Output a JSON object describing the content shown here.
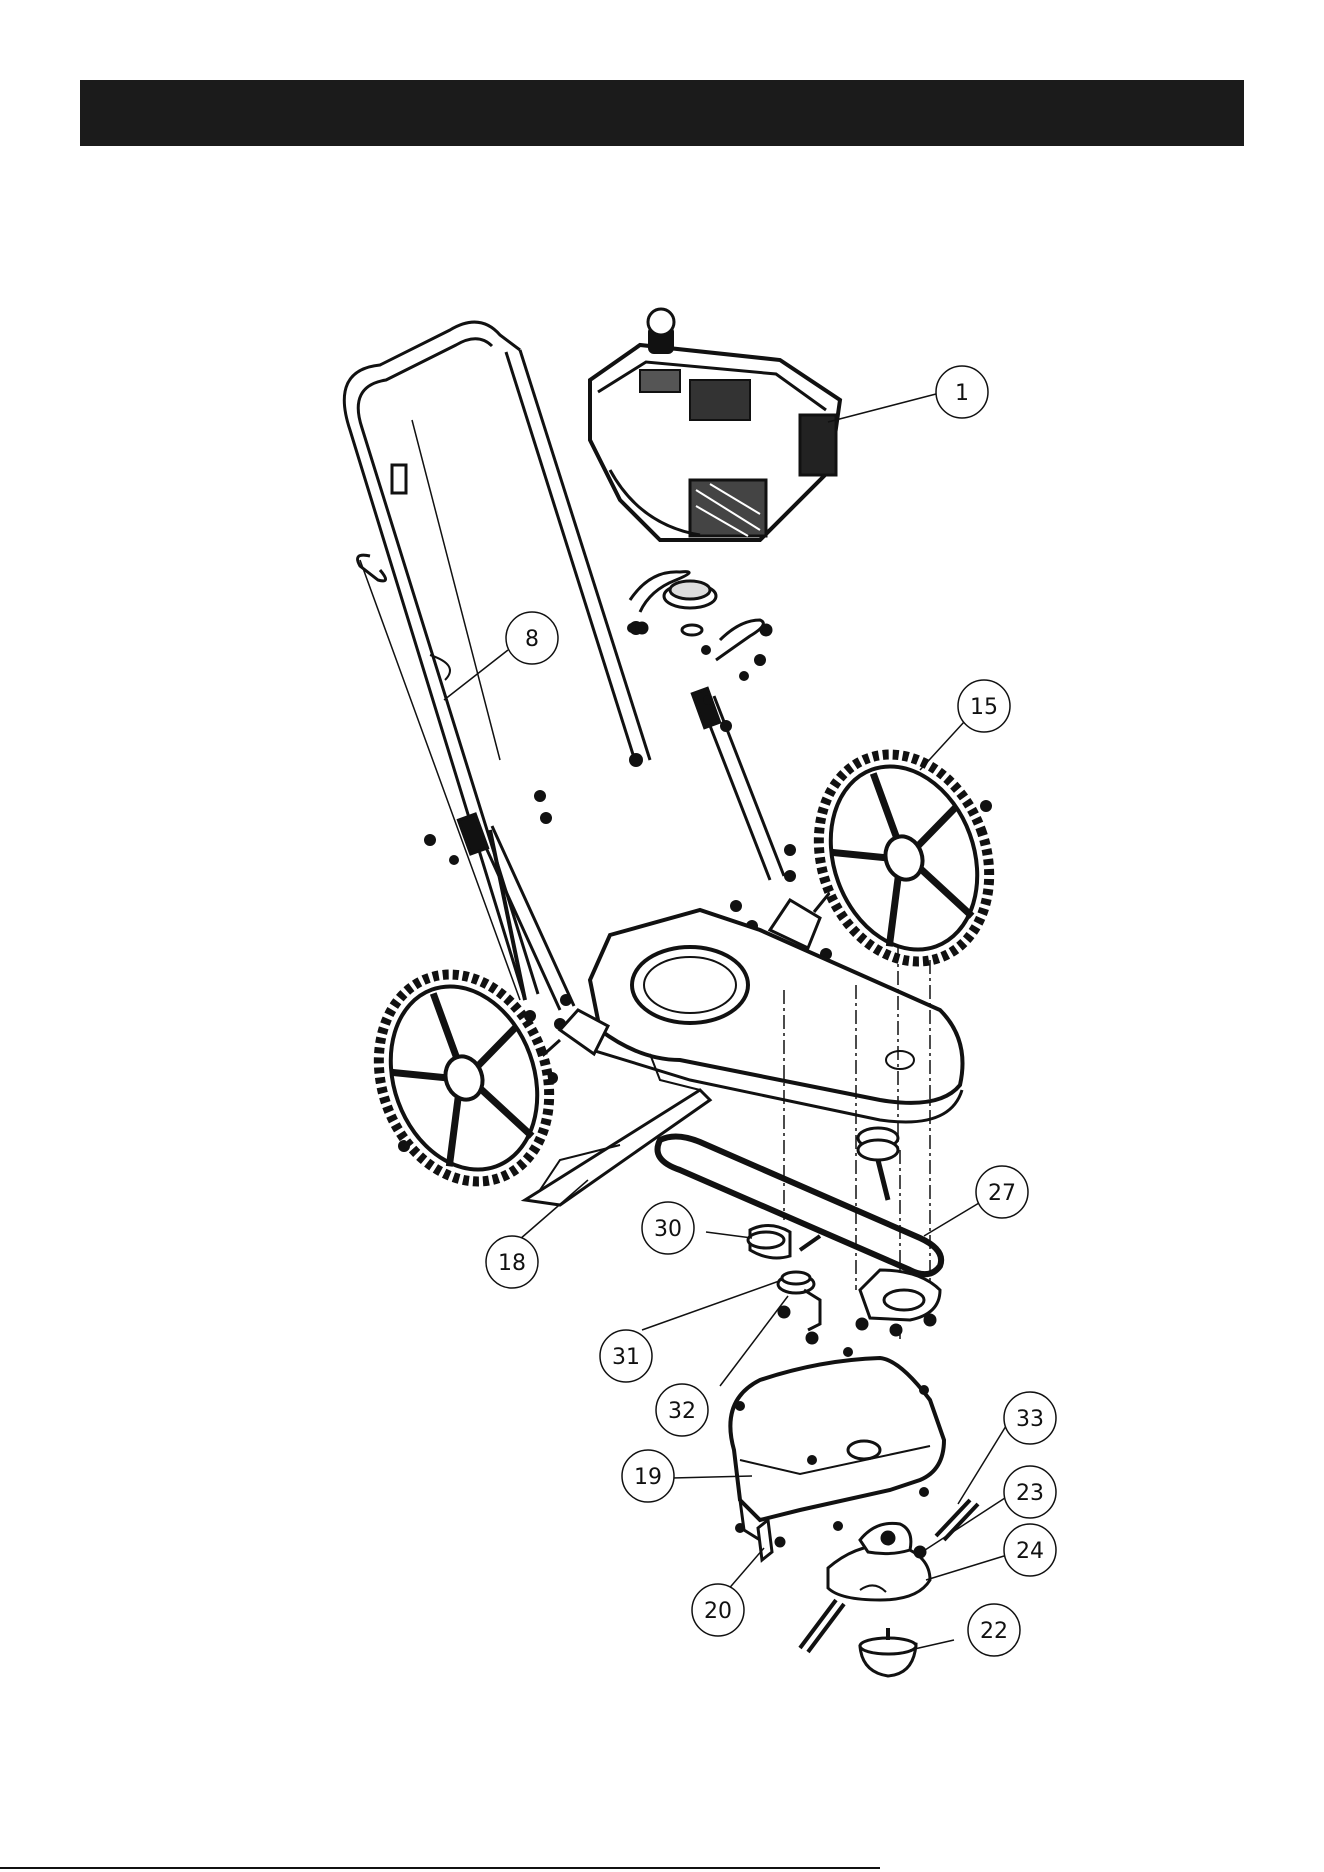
{
  "header": {
    "title": ""
  },
  "diagram": {
    "callouts": [
      {
        "id": "c1",
        "label": "1"
      },
      {
        "id": "c8",
        "label": "8"
      },
      {
        "id": "c15",
        "label": "15"
      },
      {
        "id": "c18",
        "label": "18"
      },
      {
        "id": "c19",
        "label": "19"
      },
      {
        "id": "c20",
        "label": "20"
      },
      {
        "id": "c22",
        "label": "22"
      },
      {
        "id": "c23",
        "label": "23"
      },
      {
        "id": "c24",
        "label": "24"
      },
      {
        "id": "c27",
        "label": "27"
      },
      {
        "id": "c30",
        "label": "30"
      },
      {
        "id": "c31",
        "label": "31"
      },
      {
        "id": "c32",
        "label": "32"
      },
      {
        "id": "c33",
        "label": "33"
      }
    ]
  },
  "colors": {
    "ink": "#111111",
    "header_bg": "#1b1b1b"
  }
}
